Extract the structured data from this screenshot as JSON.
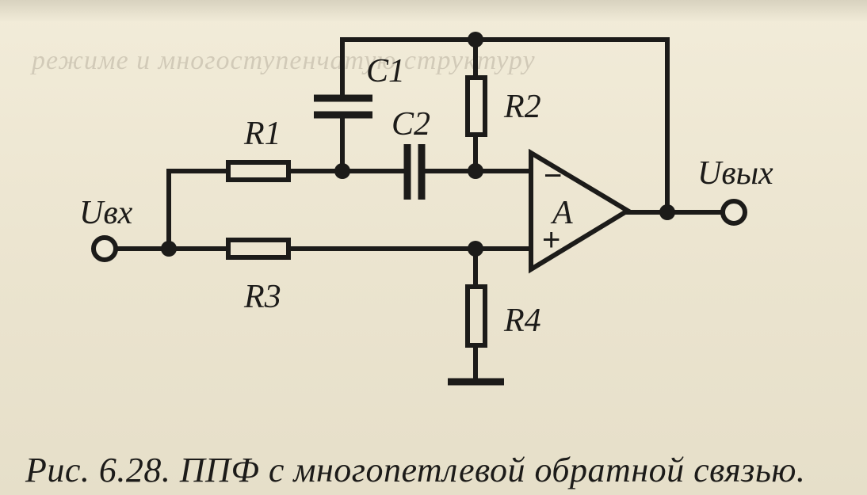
{
  "background_text": "режиме и многоступенчатую структуру",
  "labels": {
    "c1": "C1",
    "c2": "C2",
    "r1": "R1",
    "r2": "R2",
    "r3": "R3",
    "r4": "R4",
    "u_in": "Uвх",
    "u_out": "Uвых",
    "amp": "A",
    "minus": "−",
    "plus": "+"
  },
  "caption": "Рис. 6.28. ППФ с многопетлевой обратной связью.",
  "colors": {
    "ink": "#1c1b19",
    "paper": "#efe9d6"
  }
}
